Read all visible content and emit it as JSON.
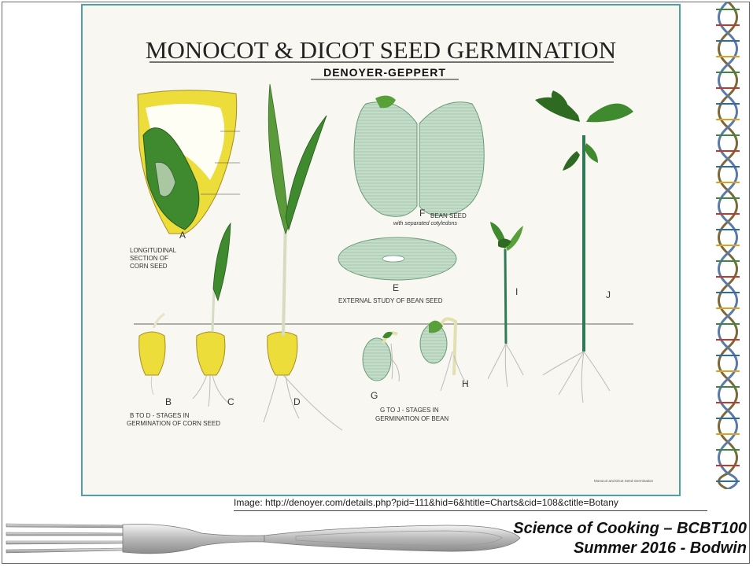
{
  "poster": {
    "title": "MONOCOT & DICOT SEED GERMINATION",
    "publisher": "DENOYER-GEPPERT",
    "figure_labels": {
      "A": "A",
      "B": "B",
      "C": "C",
      "D": "D",
      "E": "E",
      "F": "F",
      "G": "G",
      "H": "H",
      "I": "I",
      "J": "J"
    },
    "captions": {
      "corn_section_1": "LONGITUDINAL",
      "corn_section_2": "SECTION OF",
      "corn_section_3": "CORN SEED",
      "bean_seed": "BEAN SEED",
      "bean_seed_sub": "with separated cotyledons",
      "external_bean": "EXTERNAL STUDY OF BEAN SEED",
      "corn_stages_1": "B TO D - STAGES IN",
      "corn_stages_2": "GERMINATION OF CORN SEED",
      "bean_stages_1": "G TO J - STAGES IN",
      "bean_stages_2": "GERMINATION OF BEAN",
      "footer_right": "Monocot and Dicot Seed Germination"
    }
  },
  "image_credit": "Image: http://denoyer.com/details.php?pid=111&hid=6&htitle=Charts&cid=108&ctitle=Botany",
  "course": {
    "line1": "Science of Cooking – BCBT100",
    "line2": "Summer 2016 - Bodwin"
  },
  "colors": {
    "poster_border": "#4f9fa3",
    "corn_yellow": "#ecdd3a",
    "leaf_green": "#3f8a2e",
    "bean_green": "#bcd7c4"
  }
}
